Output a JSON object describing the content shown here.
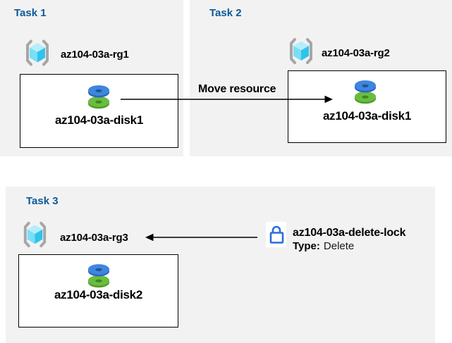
{
  "diagram": {
    "tasks": [
      {
        "title": "Task 1",
        "resource_group": "az104-03a-rg1",
        "resource": "az104-03a-disk1"
      },
      {
        "title": "Task 2",
        "resource_group": "az104-03a-rg2",
        "resource": "az104-03a-disk1"
      },
      {
        "title": "Task 3",
        "resource_group": "az104-03a-rg3",
        "resource": "az104-03a-disk2"
      }
    ],
    "move_arrow_label": "Move resource",
    "lock": {
      "name": "az104-03a-delete-lock",
      "type_label": "Type:",
      "type_value": "Delete"
    },
    "icons": {
      "resource_group": "azure-resource-group-icon",
      "disk": "azure-managed-disk-icon",
      "lock": "padlock-icon"
    },
    "colors": {
      "panel_bg": "#f2f2f2",
      "title_blue": "#0c599a",
      "text_black": "#000000",
      "lock_blue": "#2a6ed9",
      "disk_blue_top": "#3e86de",
      "disk_blue_side": "#2a66bb",
      "disk_green_top": "#6abc41",
      "disk_green_side": "#4f9d27",
      "cube_light": "#b4eefa",
      "cube_mid": "#7adef5",
      "cube_dark": "#30c3ec",
      "bracket_gray": "#a6a6a6"
    }
  }
}
